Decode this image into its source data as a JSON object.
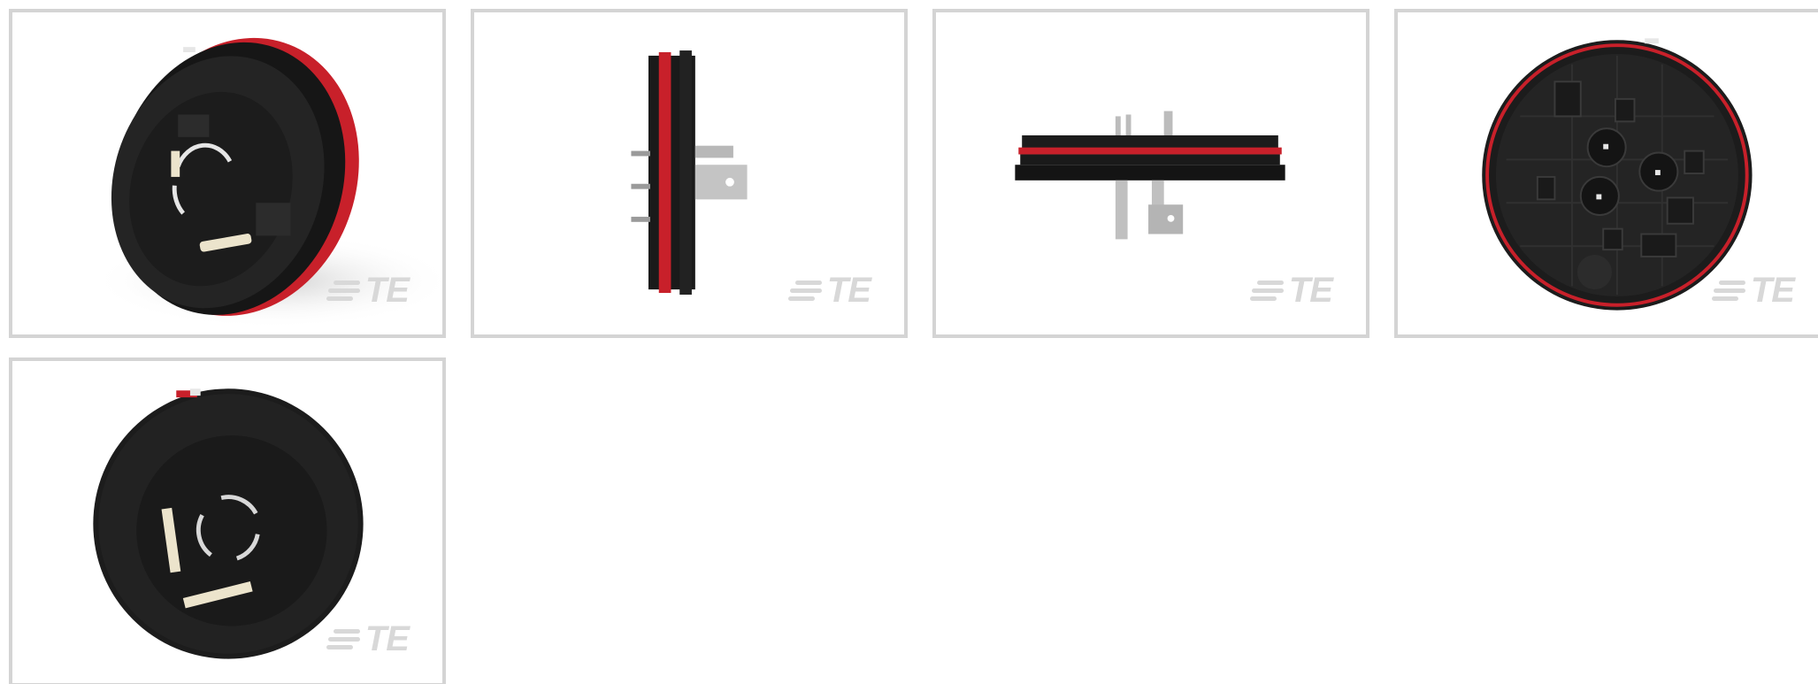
{
  "gallery": {
    "watermark_text": "TE",
    "items": [
      {
        "view": "isometric-front",
        "view_name": "isometric-front-view"
      },
      {
        "view": "side",
        "view_name": "side-view"
      },
      {
        "view": "top",
        "view_name": "top-view"
      },
      {
        "view": "back",
        "view_name": "back-view"
      },
      {
        "view": "front",
        "view_name": "front-view"
      }
    ]
  },
  "colors": {
    "border": "#d4d4d4",
    "housing": "#1f1f1f",
    "seal": "#c8202a",
    "contact": "#e8e0c8",
    "watermark": "#d8d8d8"
  }
}
